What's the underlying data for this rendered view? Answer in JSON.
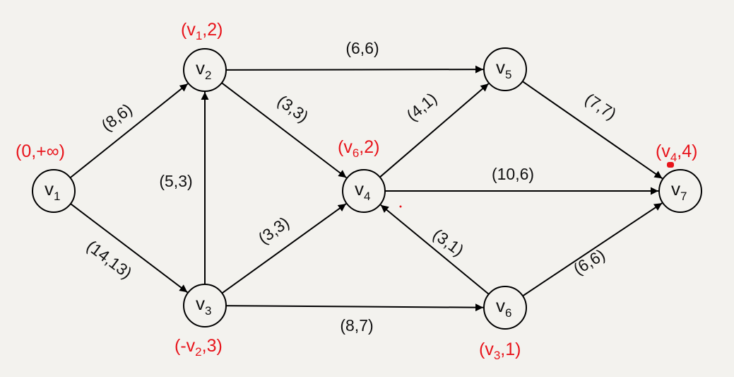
{
  "colors": {
    "background": "#f3f2ee",
    "edge": "#000000",
    "annotation": "#e8141b"
  },
  "nodes": [
    {
      "id": "v1",
      "base": "v",
      "sub": "1",
      "label_prefix": "(",
      "label_var": "0,+∞",
      "label_var_sub": "",
      "label_suffix": ")"
    },
    {
      "id": "v2",
      "base": "v",
      "sub": "2"
    },
    {
      "id": "v3",
      "base": "v",
      "sub": "3"
    },
    {
      "id": "v4",
      "base": "v",
      "sub": "4"
    },
    {
      "id": "v5",
      "base": "v",
      "sub": "5"
    },
    {
      "id": "v6",
      "base": "v",
      "sub": "6"
    },
    {
      "id": "v7",
      "base": "v",
      "sub": "7"
    }
  ],
  "labels": {
    "v1": {
      "text": "(0,+∞)"
    },
    "v2": {
      "pre": "(v",
      "sub": "1",
      "post": ",2)"
    },
    "v3": {
      "pre": "(-v",
      "sub": "2",
      "post": ",3)"
    },
    "v4": {
      "pre": "(v",
      "sub": "6",
      "post": ",2)"
    },
    "v6": {
      "pre": "(v",
      "sub": "3",
      "post": ",1)"
    },
    "v7": {
      "pre": "(v",
      "sub": "4",
      "post": ",4)"
    }
  },
  "edges": [
    {
      "from": "v1",
      "to": "v2",
      "label": "(8,6)"
    },
    {
      "from": "v1",
      "to": "v3",
      "label": "(14,13)"
    },
    {
      "from": "v3",
      "to": "v2",
      "label": "(5,3)"
    },
    {
      "from": "v2",
      "to": "v5",
      "label": "(6,6)"
    },
    {
      "from": "v2",
      "to": "v4",
      "label": "(3,3)"
    },
    {
      "from": "v3",
      "to": "v4",
      "label": "(3,3)"
    },
    {
      "from": "v3",
      "to": "v6",
      "label": "(8,7)"
    },
    {
      "from": "v4",
      "to": "v5",
      "label": "(4,1)"
    },
    {
      "from": "v4",
      "to": "v7",
      "label": "(10,6)"
    },
    {
      "from": "v6",
      "to": "v4",
      "label": "(3,1)"
    },
    {
      "from": "v5",
      "to": "v7",
      "label": "(7,7)"
    },
    {
      "from": "v6",
      "to": "v7",
      "label": "(6,6)"
    }
  ]
}
